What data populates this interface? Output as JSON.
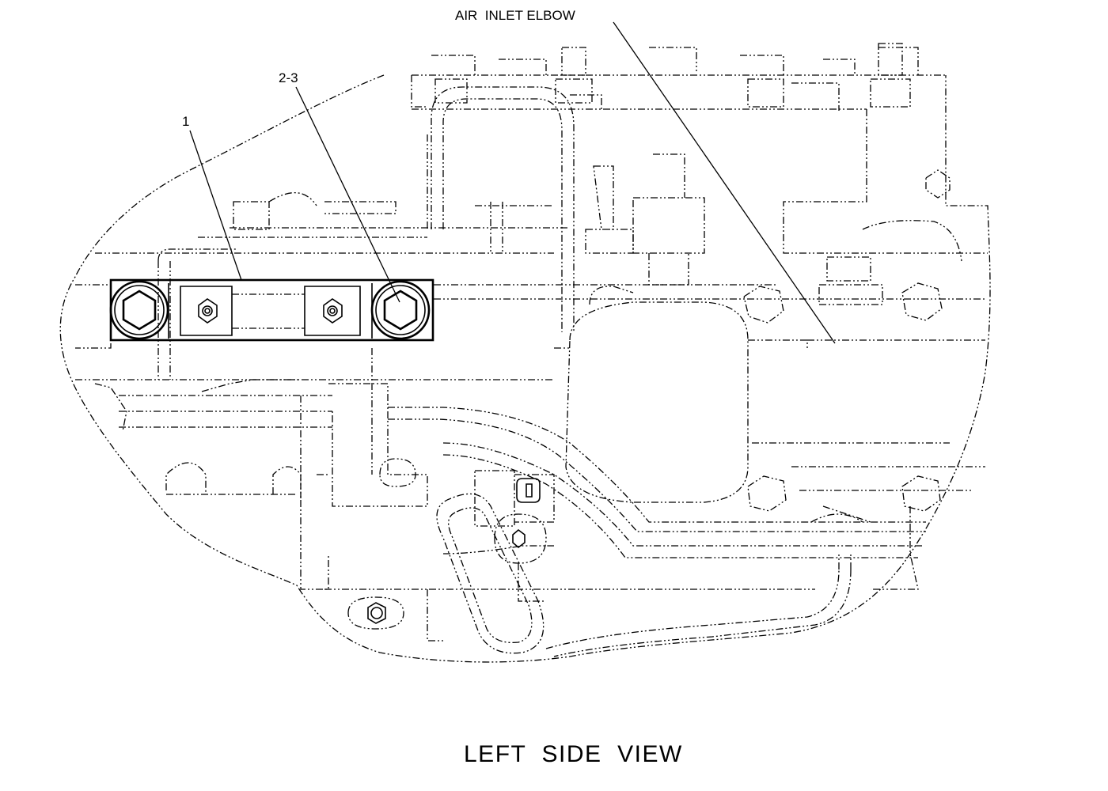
{
  "figure": {
    "caption": "LEFT  SIDE  VIEW",
    "callouts": {
      "air_inlet_elbow": "AIR  INLET ELBOW",
      "item_1": "1",
      "item_2_3": "2-3"
    }
  },
  "colors": {
    "background": "#ffffff",
    "linework": "#000000"
  }
}
